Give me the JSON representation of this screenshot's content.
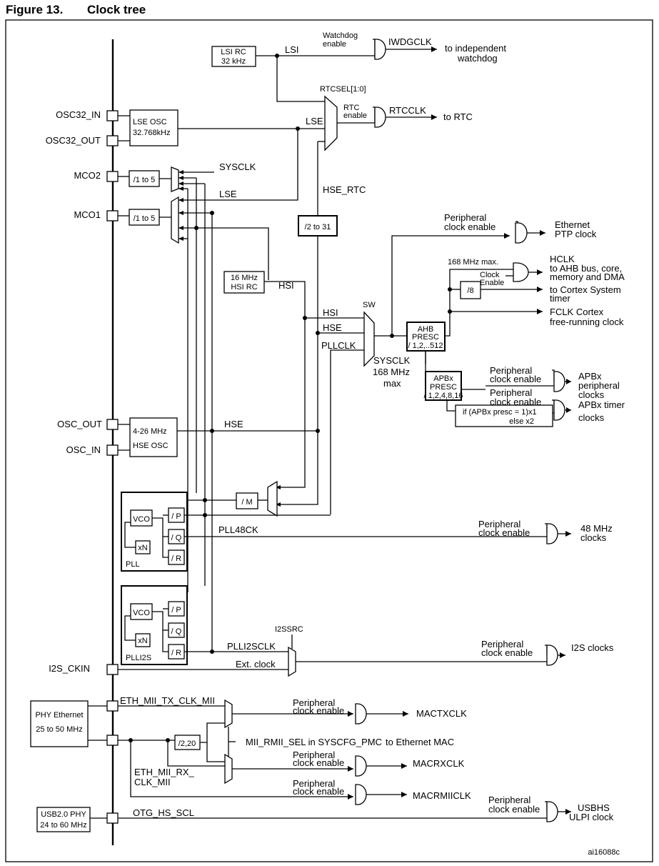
{
  "figure": {
    "number": "Figure 13.",
    "title": "Clock tree",
    "code": "ai16088c"
  },
  "pins": {
    "osc32_in": "OSC32_IN",
    "osc32_out": "OSC32_OUT",
    "mco2": "MCO2",
    "mco1": "MCO1",
    "osc_out": "OSC_OUT",
    "osc_in": "OSC_IN",
    "i2s_ckin": "I2S_CKIN"
  },
  "blocks": {
    "lsirc_l1": "LSI RC",
    "lsirc_l2": "32 kHz",
    "lseosc_l1": "LSE OSC",
    "lseosc_l2": "32.768kHz",
    "hsirc_l1": "16 MHz",
    "hsirc_l2": "HSI RC",
    "hseosc_l1": "4-26 MHz",
    "hseosc_l2": "HSE OSC",
    "div_1_5": "/1 to 5",
    "div_2_31": "/2 to 31",
    "div_m": "/ M",
    "div_2_20": "/2,20",
    "div8": "/8",
    "ahb_l1": "AHB",
    "ahb_l2": "PRESC",
    "ahb_l3": "/ 1,2,..512",
    "apb_l1": "APBx",
    "apb_l2": "PRESC",
    "apb_l3": "/ 1,2,4,8,16",
    "timx_l1": "if (APBx presc = 1)x1",
    "timx_l2": "else x2",
    "pll": "PLL",
    "plli2s": "PLLI2S",
    "vco": "VCO",
    "xn": "xN",
    "div_p": "/ P",
    "div_q": "/ Q",
    "div_r": "/ R",
    "phy_eth_l1": "PHY Ethernet",
    "phy_eth_l2": "25 to 50 MHz",
    "usb_phy_l1": "USB2.0 PHY",
    "usb_phy_l2": "24 to 60 MHz"
  },
  "signals": {
    "lsi": "LSI",
    "lse": "LSE",
    "hsi": "HSI",
    "hse": "HSE",
    "hse_rtc": "HSE_RTC",
    "sysclk": "SYSCLK",
    "pllclk": "PLLCLK",
    "pll48ck": "PLL48CK",
    "plli2sclk": "PLLI2SCLK",
    "ext_clock": "Ext. clock",
    "rtcclk": "RTCCLK",
    "iwdgclk": "IWDGCLK",
    "eth_tx": "ETH_MII_TX_CLK_MII",
    "eth_rx_l1": "ETH_MII_RX_",
    "eth_rx_l2": "CLK_MII",
    "otg_hs_scl": "OTG_HS_SCL"
  },
  "labels": {
    "rtcsel": "RTCSEL[1:0]",
    "sw": "SW",
    "sysclk": "SYSCLK",
    "sysclk_max_l1": "168 MHz",
    "sysclk_max_l2": "max",
    "ahb_max": "168 MHz max.",
    "i2ssrc": "I2SSRC",
    "mii_sel": "MII_RMII_SEL in SYSCFG_PMC"
  },
  "gates": {
    "watchdog_l1": "Watchdog",
    "watchdog_l2": "enable",
    "rtc_l1": "RTC",
    "rtc_l2": "enable",
    "peripheral_l1": "Peripheral",
    "peripheral_l2": "clock enable",
    "clock_enable_l1": "Clock",
    "clock_enable_l2": "Enable"
  },
  "outputs": {
    "iwdg_l1": "to independent",
    "iwdg_l2": "watchdog",
    "rtc": "to RTC",
    "ptp_l1": "Ethernet",
    "ptp_l2": "PTP clock",
    "hclk_l1": "HCLK",
    "hclk_l2": "to AHB bus, core,",
    "hclk_l3": "memory and DMA",
    "hclk_l4": "",
    "systick_l1": "to Cortex System",
    "systick_l2": "timer",
    "fclk_l1": "FCLK Cortex",
    "fclk_l2": "free-running clock",
    "apb_l1": "APBx",
    "apb_l2": "peripheral",
    "apb_l3": "clocks",
    "tim_l1": "APBx timer",
    "tim_l2": "clocks",
    "clk48_l1": "48 MHz",
    "clk48_l2": "clocks",
    "i2s": "I2S clocks",
    "mactxclk": "MACTXCLK",
    "macrxclk": "MACRXCLK",
    "macrmiiclk": "MACRMIICLK",
    "eth_mac": "to Ethernet MAC",
    "usbhs_l1": "USBHS",
    "usbhs_l2": "ULPI clock"
  }
}
